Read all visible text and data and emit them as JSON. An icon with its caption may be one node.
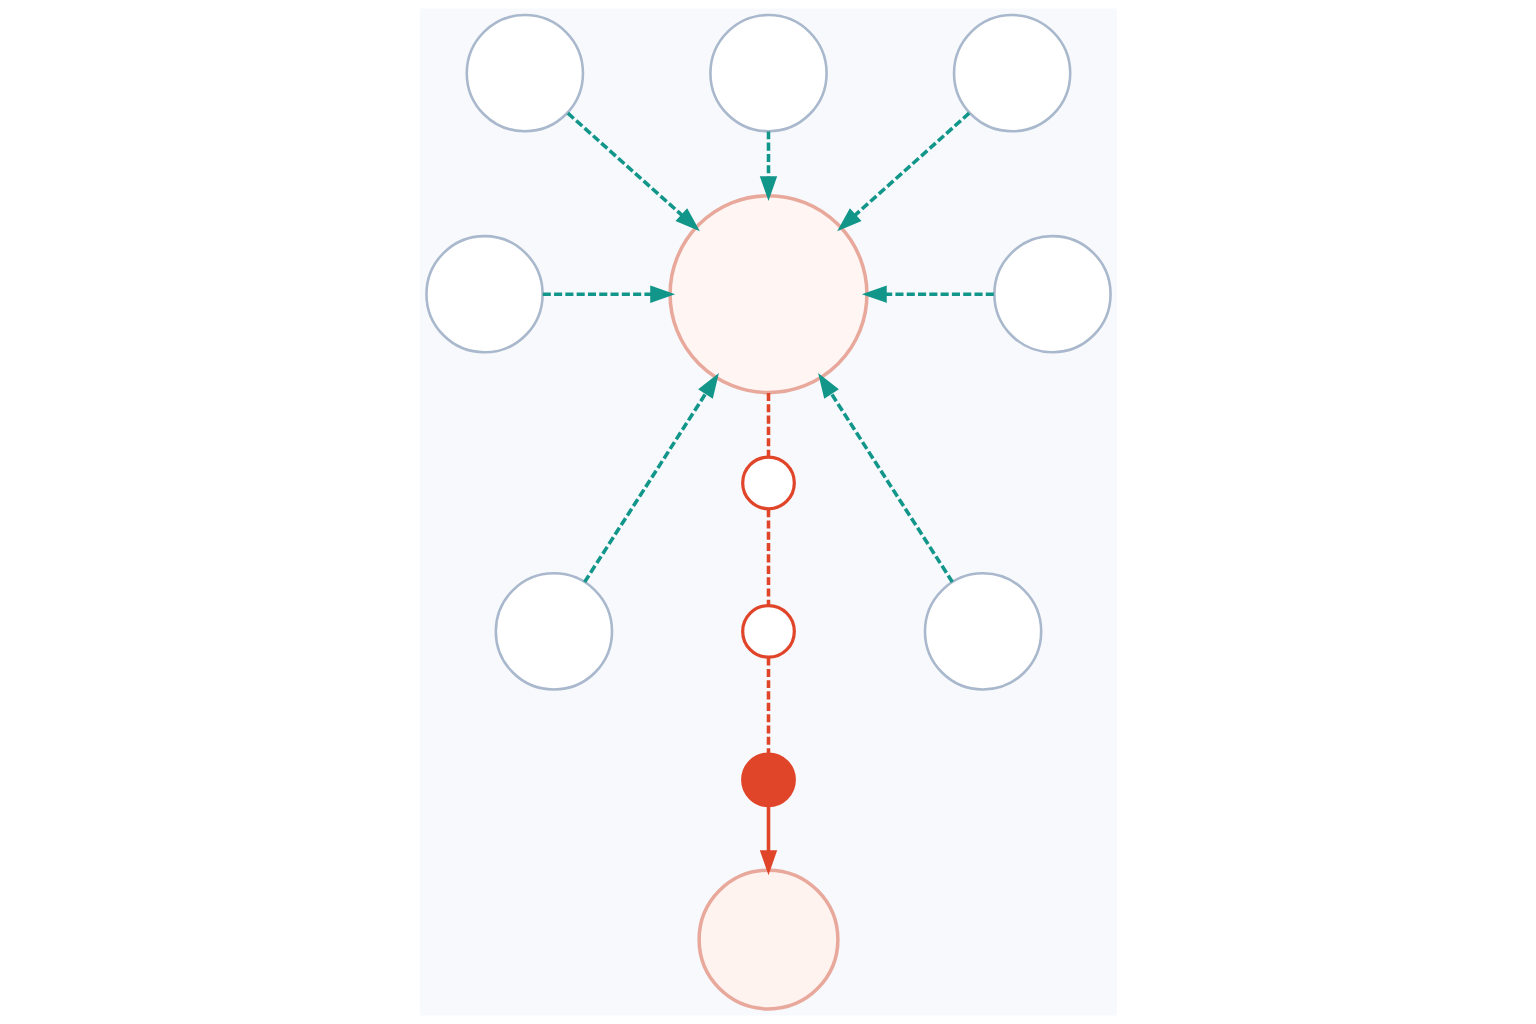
{
  "diagram": {
    "nodes": [
      {
        "text": [],
        "shape": "circle"
      },
      {
        "text": [],
        "shape": "circle"
      },
      {
        "text": [],
        "shape": "circle"
      },
      {
        "text": [],
        "shape": "circle"
      },
      {
        "text": [],
        "shape": "circle"
      },
      {
        "text": [],
        "shape": "circle"
      },
      {
        "text": [],
        "shape": "circle"
      },
      {
        "text": [],
        "shape": "circle"
      },
      {
        "text": [],
        "shape": "circle"
      },
      {
        "text": [],
        "shape": "circle"
      },
      {
        "text": [],
        "shape": "circle"
      },
      {
        "text": [],
        "shape": "circle"
      }
    ],
    "edges": [
      {
        "from": 0,
        "to": 4,
        "arrow": "to",
        "style": "dashed"
      },
      {
        "from": 1,
        "to": 4,
        "arrow": "to",
        "style": "dashed"
      },
      {
        "from": 2,
        "to": 4,
        "arrow": "to",
        "style": "dashed"
      },
      {
        "from": 3,
        "to": 4,
        "arrow": "to",
        "style": "dashed"
      },
      {
        "from": 5,
        "to": 4,
        "arrow": "to",
        "style": "dashed"
      },
      {
        "from": 8,
        "to": 4,
        "arrow": "to",
        "style": "dashed"
      },
      {
        "from": 10,
        "to": 4,
        "arrow": "to",
        "style": "dashed"
      },
      {
        "from": 4,
        "to": 6,
        "arrow": "none",
        "style": "dashed",
        "color": "#e0452a"
      },
      {
        "from": 6,
        "to": 7,
        "arrow": "none",
        "style": "dashed",
        "color": "#e0452a"
      },
      {
        "from": 7,
        "to": 9,
        "arrow": "none",
        "style": "dashed",
        "color": "#e0452a"
      },
      {
        "from": 9,
        "to": 11,
        "arrow": "to",
        "color": "#e0452a"
      }
    ]
  }
}
